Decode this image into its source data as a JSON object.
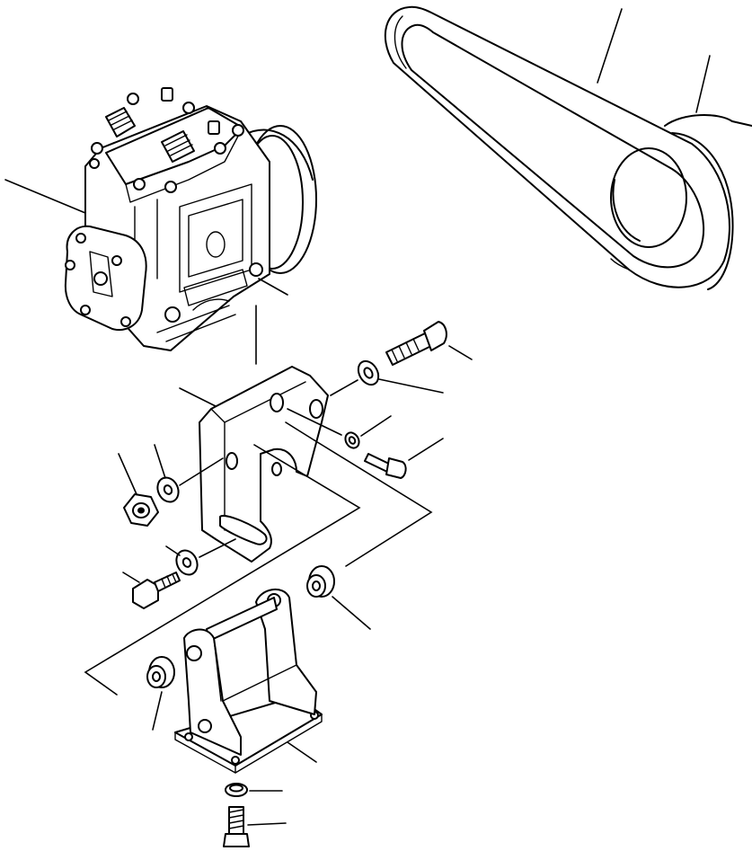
{
  "figure": {
    "background": "#ffffff",
    "line_color": "#000000",
    "parts": [
      {
        "name": "compressor",
        "icon": "compressor-icon"
      },
      {
        "name": "v-belt",
        "icon": "belt-icon"
      },
      {
        "name": "pulley",
        "icon": "pulley-icon"
      },
      {
        "name": "upper-bracket",
        "icon": "bracket-icon"
      },
      {
        "name": "base-bracket",
        "icon": "bracket-icon"
      },
      {
        "name": "bolt",
        "icon": "bolt-icon"
      },
      {
        "name": "washer",
        "icon": "washer-icon"
      },
      {
        "name": "nut",
        "icon": "nut-icon"
      },
      {
        "name": "bushing",
        "icon": "bushing-icon"
      }
    ]
  }
}
